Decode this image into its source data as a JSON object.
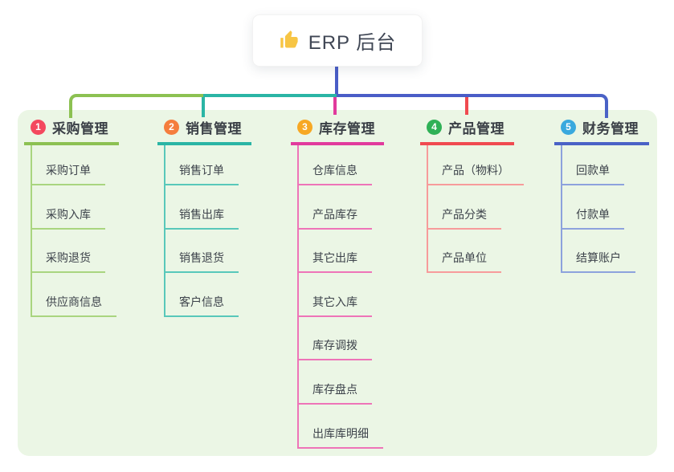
{
  "root": {
    "label": "ERP 后台",
    "icon": "thumbs-up-icon",
    "icon_color": "#f7c544",
    "connector_color": "#4a5dc7"
  },
  "panel": {
    "background": "#ebf6e5"
  },
  "branches": [
    {
      "index": "1",
      "label": "采购管理",
      "badge_color": "#f4485e",
      "line_color": "#8cc152",
      "child_line_color": "#a9d57f",
      "children": [
        "采购订单",
        "采购入库",
        "采购退货",
        "供应商信息"
      ]
    },
    {
      "index": "2",
      "label": "销售管理",
      "badge_color": "#f57d3d",
      "line_color": "#2ab5a5",
      "child_line_color": "#58c8ba",
      "children": [
        "销售订单",
        "销售出库",
        "销售退货",
        "客户信息"
      ]
    },
    {
      "index": "3",
      "label": "库存管理",
      "badge_color": "#f7a823",
      "line_color": "#e13a9d",
      "child_line_color": "#ee74b8",
      "children": [
        "仓库信息",
        "产品库存",
        "其它出库",
        "其它入库",
        "库存调拨",
        "库存盘点",
        "出库库明细"
      ]
    },
    {
      "index": "4",
      "label": "产品管理",
      "badge_color": "#2fb156",
      "line_color": "#f04a50",
      "child_line_color": "#f79b9b",
      "children": [
        "产品（物料）",
        "产品分类",
        "产品单位"
      ]
    },
    {
      "index": "5",
      "label": "财务管理",
      "badge_color": "#3aa9de",
      "line_color": "#4a62c6",
      "child_line_color": "#8da2dd",
      "children": [
        "回款单",
        "付款单",
        "结算账户"
      ]
    }
  ]
}
